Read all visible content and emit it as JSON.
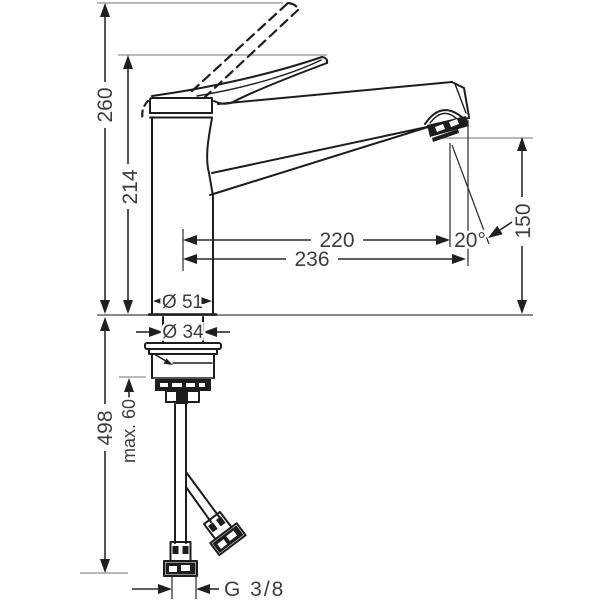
{
  "drawing": {
    "type": "technical-dimension-drawing",
    "subject": "single-lever kitchen faucet, side view with mounting hardware and supply hoses",
    "colors": {
      "background": "#ffffff",
      "artwork_line": "#1d1d1d",
      "dimension_line": "#2a2a2a",
      "reference_line": "#8f8f8f",
      "text": "#3c3c3c"
    },
    "labels": {
      "height_overall": "260",
      "height_handle_closed": "214",
      "reach_aerator": "220",
      "reach_total": "236",
      "outlet_angle": "20°",
      "outlet_height": "150",
      "base_diameter": "Ø 51",
      "shank_diameter": "Ø 34",
      "hose_length": "498",
      "max_counter_thickness": "max. 60",
      "connection_thread": "G 3/8"
    }
  }
}
